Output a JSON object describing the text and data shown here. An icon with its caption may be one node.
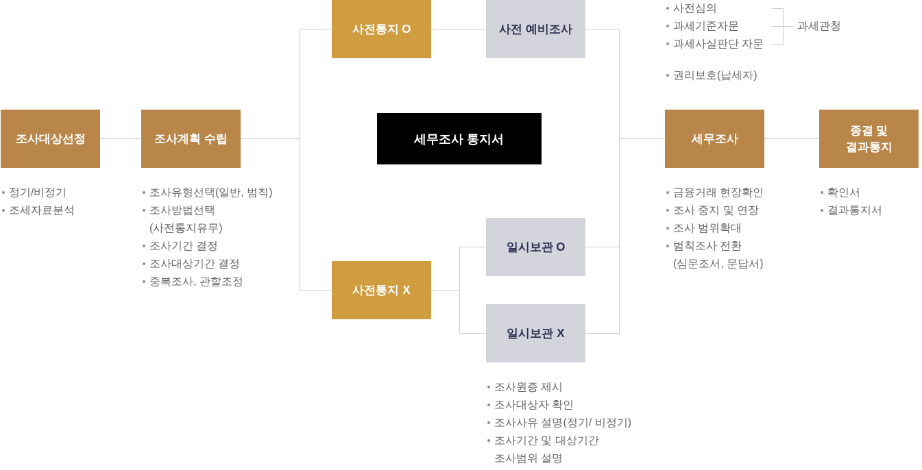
{
  "diagram": {
    "nodes": [
      {
        "text": [
          "조사대상선정"
        ],
        "beside": [
          "정기/비정기",
          "조세자료분석"
        ]
      },
      {
        "text": [
          "조사계획 수립"
        ],
        "beside": [
          "조사유형선택(일반, 범칙)",
          "조사방법선택 (사전통지유무)",
          "조사기간 결정",
          "조사대상기간 결정",
          "중복조사, 관할조정"
        ]
      },
      {
        "text": [
          "사전통지 O"
        ]
      },
      {
        "text": [
          "사전 예비조사"
        ]
      },
      {
        "text": [
          "세무조사 통지서"
        ]
      },
      {
        "text": [
          "사전통지 X"
        ]
      },
      {
        "text": [
          "일시보관 O"
        ]
      },
      {
        "text": [
          "일시보관 X"
        ],
        "beside": [
          "조사원증 제시",
          "조사대상자 확인",
          "조사사유 설명(정기/ 비정기)",
          "조사기간 및 대상기간 조사범위 설명"
        ]
      },
      {
        "text": [
          "세무조사"
        ],
        "beside": [
          "금융거래 현장확인",
          "조사 중지 및 연장",
          "조사 범위확대",
          "범칙조사 전환 (심문조서, 문답서)"
        ]
      },
      {
        "text": [
          "종결 및 결과통지"
        ],
        "beside": [
          "확인서",
          "결과통지서"
        ]
      }
    ],
    "edges": [
      {
        "from": 0,
        "to": 1,
        "arrow": "none"
      },
      {
        "from": 1,
        "to": 2,
        "arrow": "none"
      },
      {
        "from": 1,
        "to": 5,
        "arrow": "none"
      },
      {
        "from": 2,
        "to": 3,
        "arrow": "none"
      },
      {
        "from": 5,
        "to": 6,
        "arrow": "none"
      },
      {
        "from": 5,
        "to": 7,
        "arrow": "none"
      },
      {
        "from": 3,
        "to": 8,
        "arrow": "none"
      },
      {
        "from": 6,
        "to": 8,
        "arrow": "none"
      },
      {
        "from": 7,
        "to": 8,
        "arrow": "none"
      },
      {
        "from": 8,
        "to": 9,
        "arrow": "none"
      }
    ],
    "labels": [
      "사전심의",
      "과세기준자문",
      "과세사실판단 자문",
      "권리보호(납세자)",
      "과세관청"
    ]
  }
}
